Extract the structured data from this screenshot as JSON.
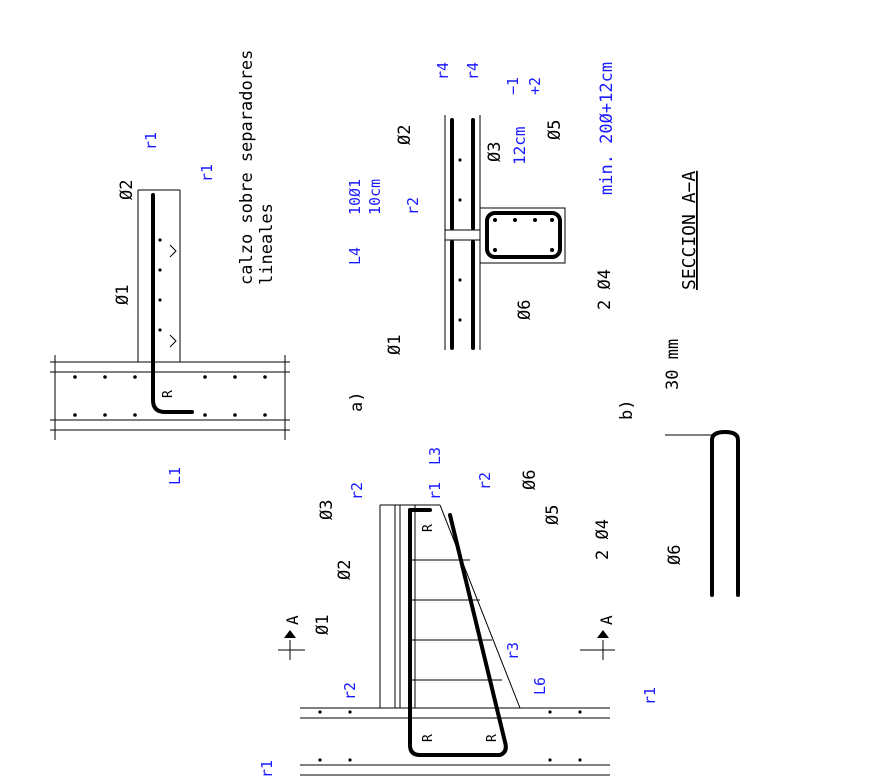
{
  "labels": {
    "calzo": "calzo sobre separadores",
    "lineales": "lineales",
    "phi1": "Ø1",
    "phi2": "Ø2",
    "phi3": "Ø3",
    "phi5": "Ø5",
    "phi6": "Ø6",
    "two_phi4": "2 Ø4",
    "r1": "r1",
    "r2": "r2",
    "r3": "r3",
    "r4": "r4",
    "R": "R",
    "L1": "L1",
    "L3": "L3",
    "L4": "L4",
    "L6": "L6",
    "a": "a)",
    "b": "b)",
    "A": "A",
    "seccion": "SECCION A−A",
    "min": "min. 20Ø+12cm",
    "L4_top": "10Ø1",
    "L4_bot": "10cm",
    "cm12": "12cm",
    "plus_minus_top": "−1",
    "plus_minus_bot": "+2",
    "mm30": "30 mm"
  }
}
